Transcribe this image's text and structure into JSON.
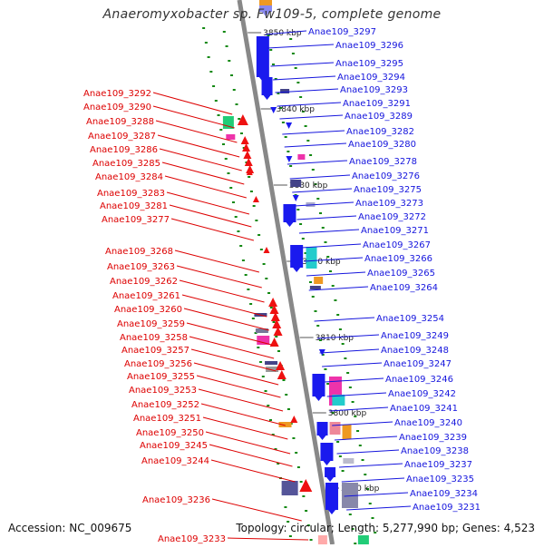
{
  "title": "Anaeromyxobacter sp. Fw109-5, complete genome",
  "footer": {
    "accession": "Accession: NC_009675",
    "topology": "Topology: circular; Length: 5,277,990 bp; Genes: 4,523"
  },
  "colors": {
    "left_label": "#dd0000",
    "right_label": "#1515dd",
    "backbone": "#888888",
    "blue_gene": "#1a1aee",
    "red_gene": "#ee1111",
    "cyan_gene": "#22cccc",
    "magenta_gene": "#ee33aa",
    "green_gene": "#22cc77",
    "orange_gene": "#ee9922",
    "navy_gene": "#444488",
    "green_tick": "#118811"
  },
  "kbp_marks": [
    "3850 kbp",
    "3840 kbp",
    "3830 kbp",
    "3820 kbp",
    "3810 kbp",
    "3800 kbp",
    "3790 kbp"
  ],
  "left_labels": [
    "Anae109_3292",
    "Anae109_3290",
    "Anae109_3288",
    "Anae109_3287",
    "Anae109_3286",
    "Anae109_3285",
    "Anae109_3284",
    "Anae109_3283",
    "Anae109_3281",
    "Anae109_3277",
    "Anae109_3268",
    "Anae109_3263",
    "Anae109_3262",
    "Anae109_3261",
    "Anae109_3260",
    "Anae109_3259",
    "Anae109_3258",
    "Anae109_3257",
    "Anae109_3256",
    "Anae109_3255",
    "Anae109_3253",
    "Anae109_3252",
    "Anae109_3251",
    "Anae109_3250",
    "Anae109_3245",
    "Anae109_3244",
    "Anae109_3236",
    "Anae109_3233"
  ],
  "right_labels": [
    "Anae109_3297",
    "Anae109_3296",
    "Anae109_3295",
    "Anae109_3294",
    "Anae109_3293",
    "Anae109_3291",
    "Anae109_3289",
    "Anae109_3282",
    "Anae109_3280",
    "Anae109_3278",
    "Anae109_3276",
    "Anae109_3275",
    "Anae109_3273",
    "Anae109_3272",
    "Anae109_3271",
    "Anae109_3267",
    "Anae109_3266",
    "Anae109_3265",
    "Anae109_3264",
    "Anae109_3254",
    "Anae109_3249",
    "Anae109_3248",
    "Anae109_3247",
    "Anae109_3246",
    "Anae109_3242",
    "Anae109_3241",
    "Anae109_3240",
    "Anae109_3239",
    "Anae109_3238",
    "Anae109_3237",
    "Anae109_3235",
    "Anae109_3234",
    "Anae109_3231"
  ]
}
